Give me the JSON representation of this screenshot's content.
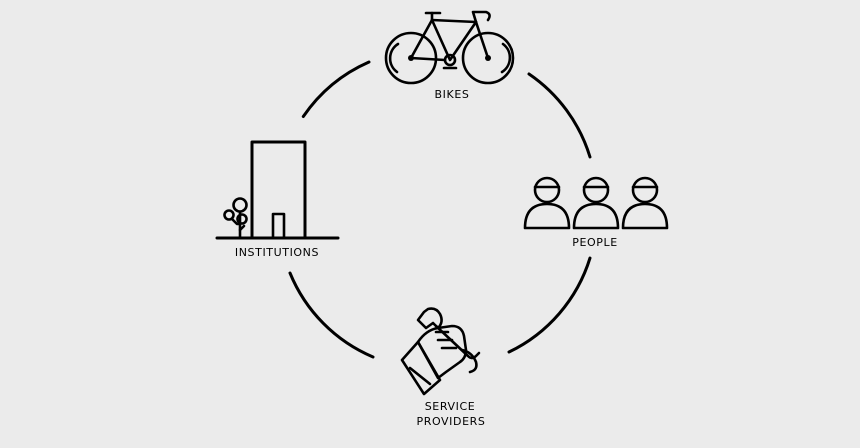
{
  "nodes": {
    "bikes": {
      "label": "BIKES",
      "icon": "bicycle-icon"
    },
    "people": {
      "label": "PEOPLE",
      "icon": "people-icon"
    },
    "service_providers": {
      "label_line1": "SERVICE",
      "label_line2": "PROVIDERS",
      "icon": "wrench-hand-icon"
    },
    "institutions": {
      "label": "INSTITUTIONS",
      "icon": "building-icon"
    }
  },
  "colors": {
    "background": "#ebebeb",
    "ink": "#000000"
  }
}
